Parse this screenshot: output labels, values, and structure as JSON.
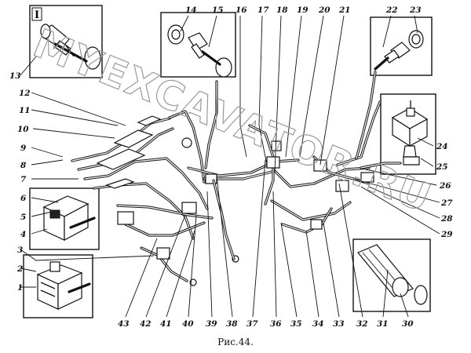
{
  "figure_caption": "Рис.44.",
  "watermark": "MYEXCAVATOR.RU",
  "inset_marker": "I",
  "callouts": [
    "1",
    "2",
    "3",
    "4",
    "5",
    "6",
    "7",
    "8",
    "9",
    "10",
    "11",
    "12",
    "13",
    "14",
    "15",
    "16",
    "17",
    "18",
    "19",
    "20",
    "21",
    "22",
    "23",
    "24",
    "25",
    "26",
    "27",
    "28",
    "29",
    "30",
    "31",
    "32",
    "33",
    "34",
    "35",
    "36",
    "37",
    "38",
    "39",
    "40",
    "41",
    "42",
    "43"
  ]
}
